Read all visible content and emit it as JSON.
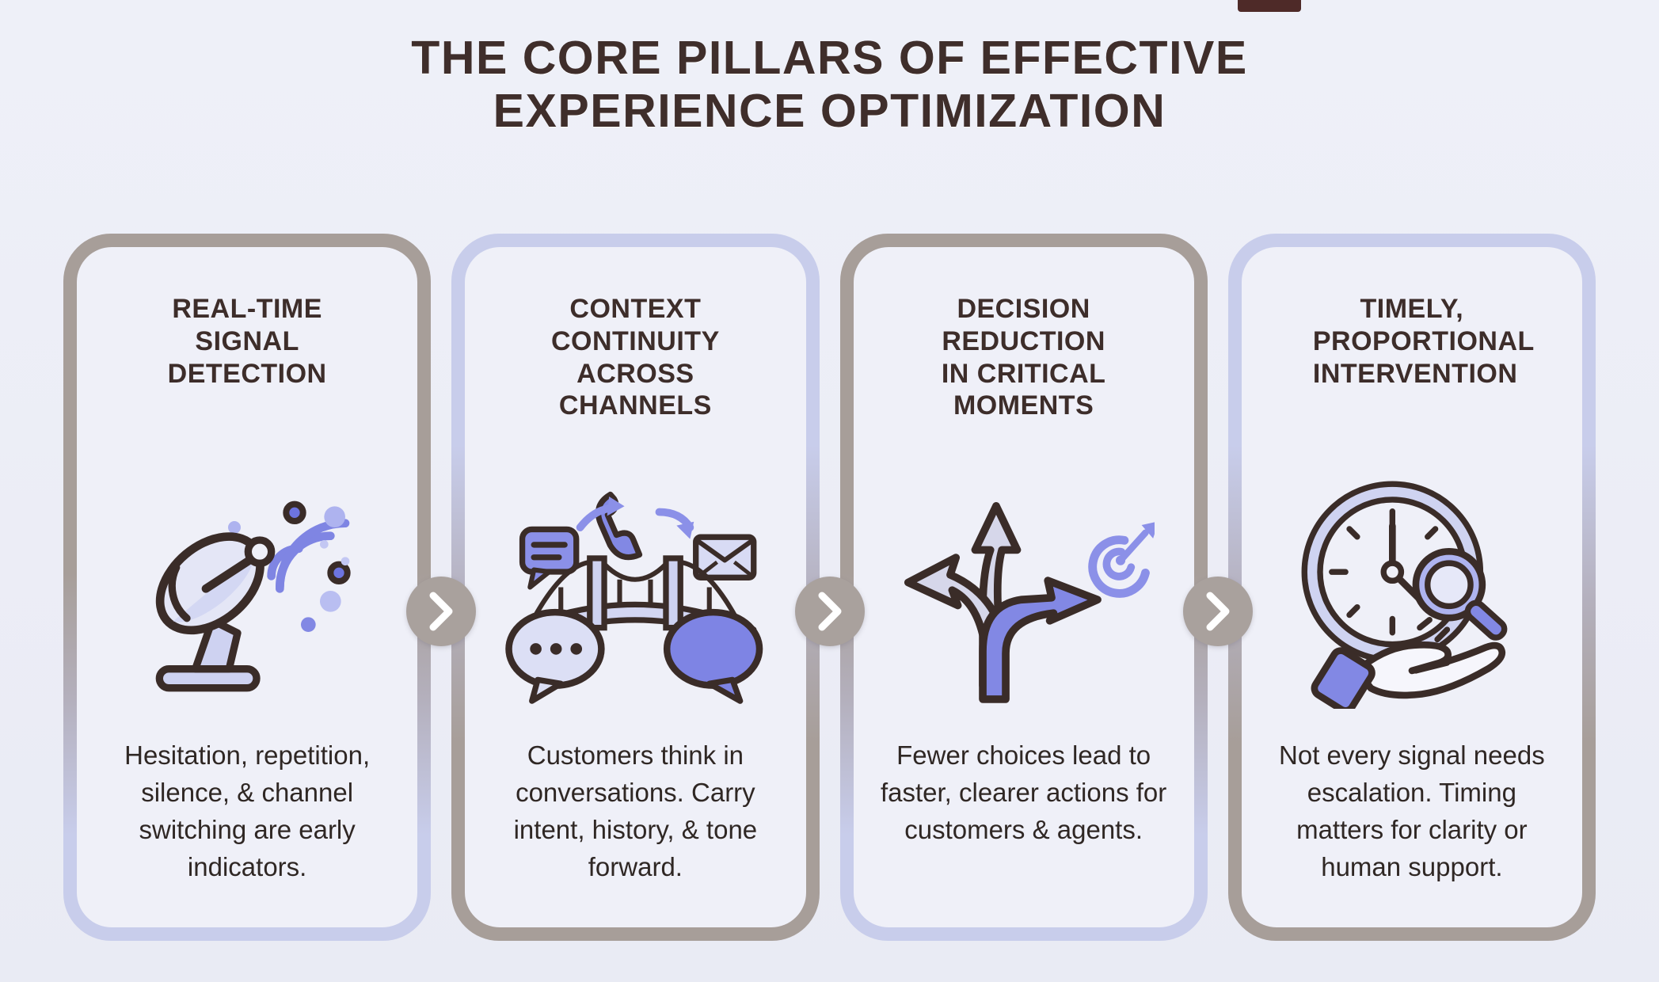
{
  "title": {
    "line1": "THE CORE PILLARS OF EFFECTIVE",
    "line2": "EXPERIENCE OPTIMIZATION"
  },
  "pillars": [
    {
      "heading": "REAL-TIME SIGNAL DETECTION",
      "icon": "satellite-dish-icon",
      "description": "Hesitation, repetition, silence, & channel switching are early indicators."
    },
    {
      "heading": "CONTEXT CONTINUITY ACROSS CHANNELS",
      "icon": "bridge-channels-icon",
      "description": "Customers think in conversations. Carry intent, history, & tone forward."
    },
    {
      "heading": "DECISION REDUCTION IN CRITICAL MOMENTS",
      "icon": "branching-arrows-target-icon",
      "description": "Fewer choices lead to faster, clearer actions for customers & agents."
    },
    {
      "heading": "TIMELY, PROPORTIONAL INTERVENTION",
      "icon": "clock-magnifier-hand-icon",
      "description": "Not every signal needs escalation. Timing matters for clarity or human support."
    }
  ],
  "connectors": [
    {
      "icon": "chevron-right-icon"
    },
    {
      "icon": "chevron-right-icon"
    },
    {
      "icon": "chevron-right-icon"
    }
  ],
  "colors": {
    "background": "#edeff6",
    "title_text": "#3f2e2b",
    "heading_text": "#3d2d2a",
    "body_text": "#2f2724",
    "border_gray": "#a79e99",
    "border_lavender": "#c8cdeb",
    "accent_purple": "#7f85e3",
    "accent_lavender_fill": "#ced2f1",
    "connector_circle": "#a9a19d",
    "connector_chevron": "#ffffff",
    "outline_dark": "#3a2c28"
  }
}
